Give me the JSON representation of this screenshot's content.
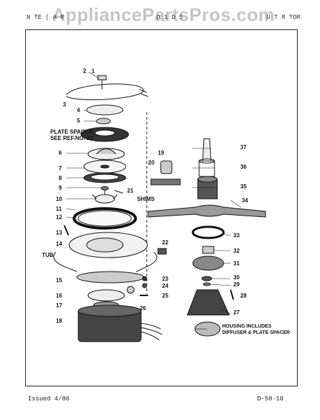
{
  "header": {
    "left": "N  TE  ( A  R",
    "middle": "D  1  D  5",
    "right": "U  T  R TOR"
  },
  "watermark": "AppliancePartsPros.com",
  "labels": {
    "plate_spacer": "PLATE SPACER,\nSEE REF.NO. 27",
    "shims": "SHIMS",
    "tub": "TUB",
    "housing": "HOUSING INCLUDES\nDIFFUSER & PLATE SPACER"
  },
  "part_numbers": [
    "1",
    "2",
    "3",
    "4",
    "5",
    "6",
    "7",
    "8",
    "9",
    "10",
    "11",
    "12",
    "13",
    "14",
    "15",
    "16",
    "17",
    "18",
    "19",
    "20",
    "21",
    "22",
    "23",
    "24",
    "25",
    "26",
    "27",
    "28",
    "29",
    "30",
    "31",
    "32",
    "33",
    "34",
    "35",
    "36",
    "37"
  ],
  "footer": {
    "issued": "Issued 4/86",
    "page": "D-58-10"
  }
}
